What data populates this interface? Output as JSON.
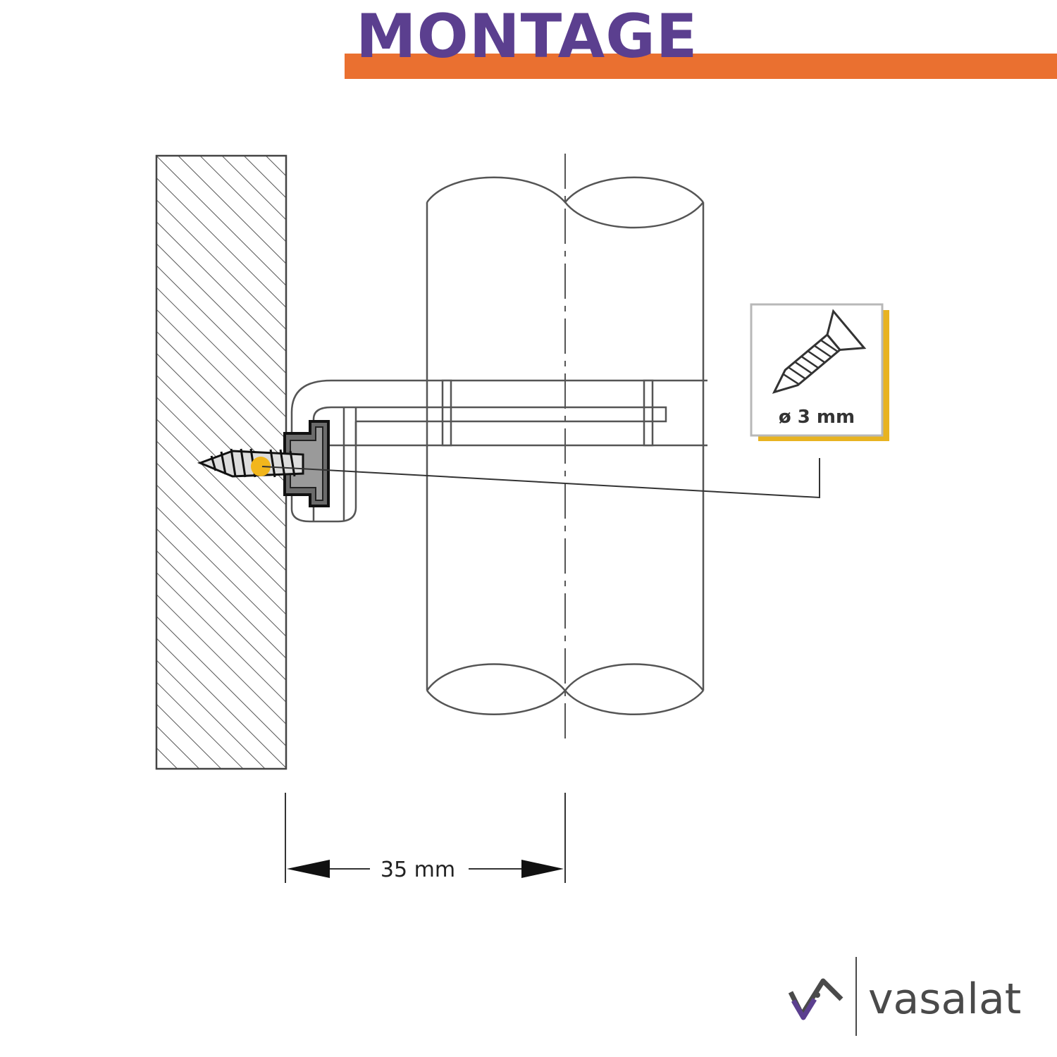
{
  "header": {
    "title": "MONTAGE"
  },
  "dimension": {
    "label": "35 mm"
  },
  "screw_spec": {
    "label": "ø 3 mm",
    "icon": "screw-icon"
  },
  "brand": {
    "name": "vasalat",
    "logo": "vasalat-logo-icon"
  },
  "colors": {
    "title": "#5b3f8f",
    "header_bar": "#ea7030",
    "screw_box_shadow": "#e8b321",
    "screw_dot": "#f2b61c",
    "logo_dark": "#4a4a4a",
    "logo_accent": "#5b3f8f"
  }
}
